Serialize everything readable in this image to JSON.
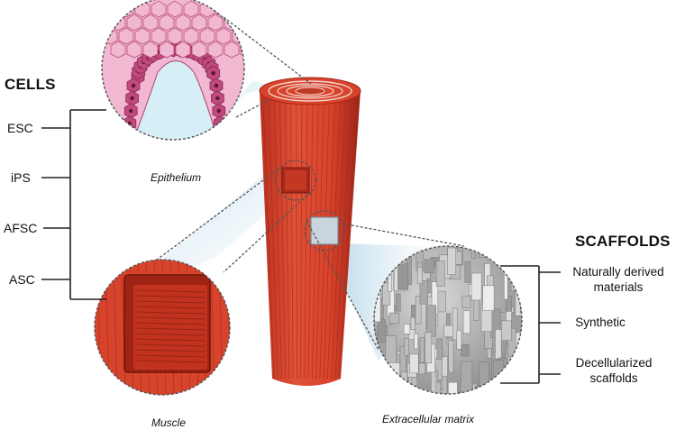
{
  "cells": {
    "heading": "CELLS",
    "items": [
      "ESC",
      "iPS",
      "AFSC",
      "ASC"
    ]
  },
  "scaffolds": {
    "heading": "SCAFFOLDS",
    "items": [
      {
        "line1": "Naturally derived",
        "line2": "materials"
      },
      {
        "line1": "Synthetic",
        "line2": ""
      },
      {
        "line1": "Decellularized",
        "line2": "scaffolds"
      }
    ]
  },
  "captions": {
    "epithelium": "Epithelium",
    "muscle": "Muscle",
    "ecm": "Extracellular matrix"
  },
  "colors": {
    "muscle": "#d8432c",
    "muscle_dark": "#a8281a",
    "epithelium_cell": "#c04a7e",
    "epithelium_light": "#f2b8d2",
    "lumen": "#d6eef6",
    "ecm_gray": "#b5b5b5",
    "bracket": "#222222"
  }
}
